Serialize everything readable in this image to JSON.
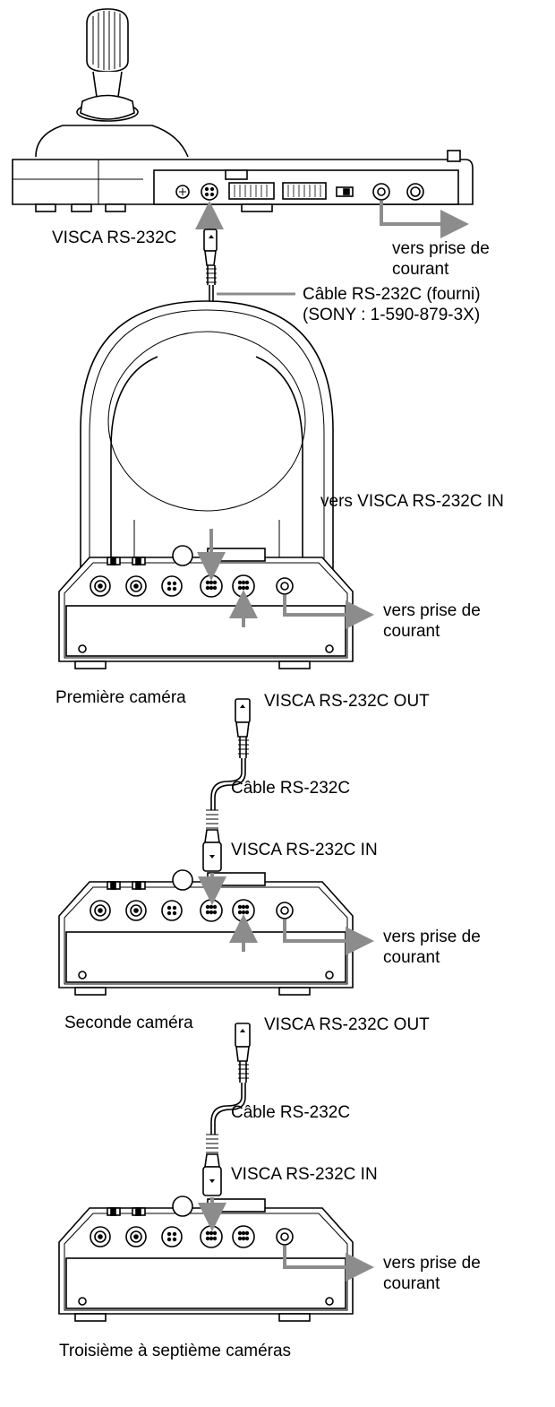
{
  "labels": {
    "controller_port": "VISCA RS-232C",
    "power_1": [
      "vers prise de",
      "courant"
    ],
    "cable_supplied": [
      "Câble RS-232C (fourni)",
      "(SONY : 1-590-879-3X)"
    ],
    "to_visca_in": "vers VISCA RS-232C IN",
    "power_2": [
      "vers prise de",
      "courant"
    ],
    "camera_1": "Première caméra",
    "out_1": "VISCA RS-232C OUT",
    "cable_2": "Câble RS-232C",
    "in_2": "VISCA RS-232C IN",
    "power_3": [
      "vers prise de",
      "courant"
    ],
    "camera_2": "Seconde caméra",
    "out_2": "VISCA RS-232C OUT",
    "cable_3": "Câble RS-232C",
    "in_3": "VISCA RS-232C IN",
    "power_4": [
      "vers prise de",
      "courant"
    ],
    "camera_3": "Troisième à septième caméras"
  },
  "colors": {
    "line": "#000000",
    "arrow": "#8c8c8c",
    "body": "#ffffff"
  }
}
